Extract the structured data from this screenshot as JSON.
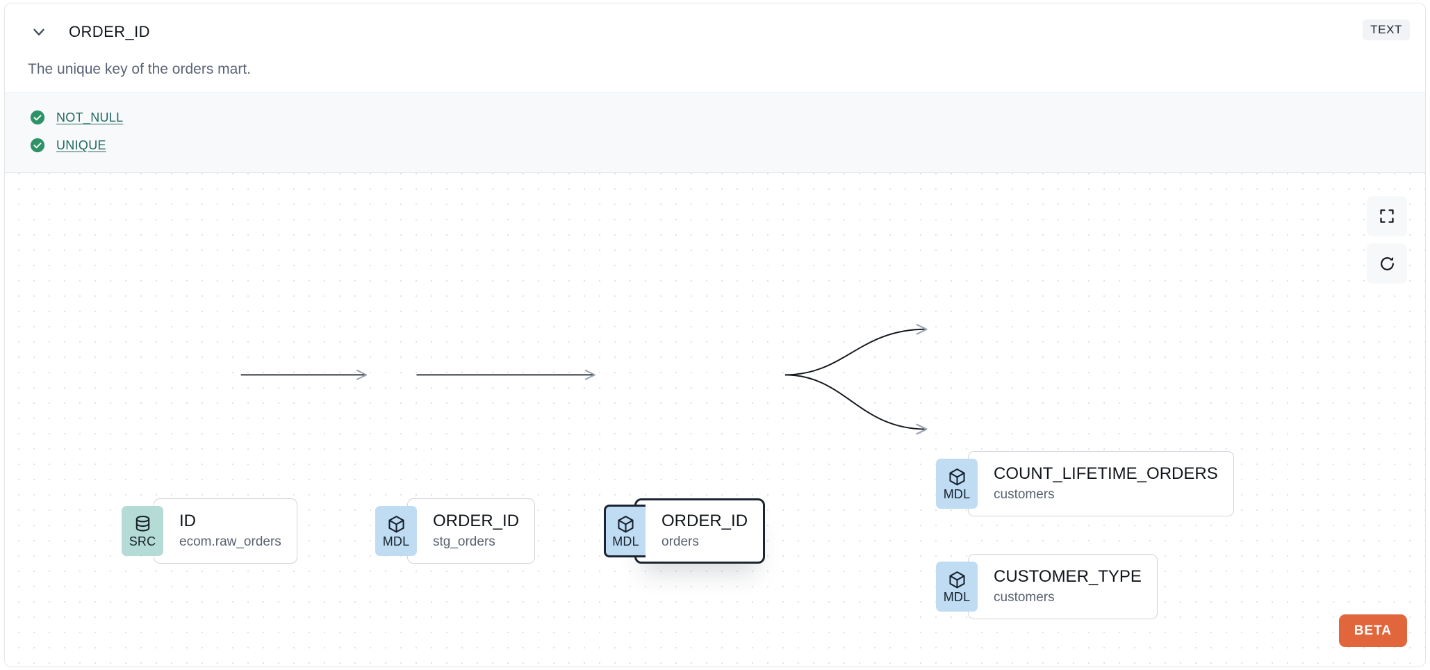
{
  "header": {
    "chevron_icon": "chevron-down-icon",
    "column_name": "ORDER_ID",
    "data_type": "TEXT",
    "description": "The unique key of the orders mart."
  },
  "tests": [
    {
      "icon": "check-circle-icon",
      "label": "NOT_NULL",
      "status": "pass"
    },
    {
      "icon": "check-circle-icon",
      "label": "UNIQUE",
      "status": "pass"
    }
  ],
  "lineage": {
    "nodes": [
      {
        "id": "src",
        "badge": "SRC",
        "badge_icon": "database-icon",
        "name": "ID",
        "parent": "ecom.raw_orders",
        "selected": false
      },
      {
        "id": "stg",
        "badge": "MDL",
        "badge_icon": "cube-icon",
        "name": "ORDER_ID",
        "parent": "stg_orders",
        "selected": false
      },
      {
        "id": "orders",
        "badge": "MDL",
        "badge_icon": "cube-icon",
        "name": "ORDER_ID",
        "parent": "orders",
        "selected": true
      },
      {
        "id": "count",
        "badge": "MDL",
        "badge_icon": "cube-icon",
        "name": "COUNT_LIFETIME_ORDERS",
        "parent": "customers",
        "selected": false
      },
      {
        "id": "custtype",
        "badge": "MDL",
        "badge_icon": "cube-icon",
        "name": "CUSTOMER_TYPE",
        "parent": "customers",
        "selected": false
      }
    ],
    "edges": [
      {
        "from": "src",
        "to": "stg",
        "style": "straight"
      },
      {
        "from": "stg",
        "to": "orders",
        "style": "straight"
      },
      {
        "from": "orders",
        "to": "count",
        "style": "bezier"
      },
      {
        "from": "orders",
        "to": "custtype",
        "style": "bezier"
      }
    ]
  },
  "controls": {
    "fit_view": {
      "icon": "fit-screen-icon",
      "label": ""
    },
    "reset": {
      "icon": "refresh-icon",
      "label": ""
    },
    "beta_label": "BETA"
  },
  "colors": {
    "src_badge": "#b5dbd6",
    "mdl_badge": "#bfdcf3",
    "test_pass": "#2e9267",
    "test_link": "#20685f",
    "beta": "#e2663c",
    "selected_border": "#1b2432"
  }
}
